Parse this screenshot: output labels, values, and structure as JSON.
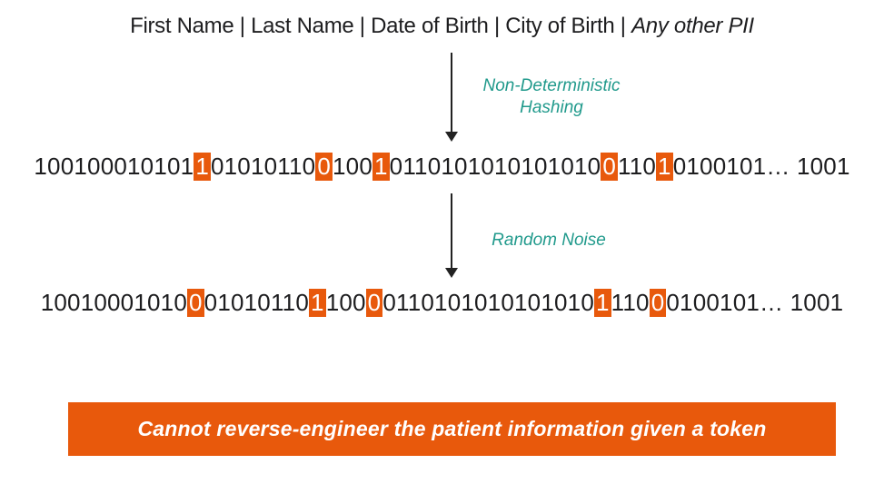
{
  "colors": {
    "teal": "#219a8c",
    "orange": "#e8590c",
    "text": "#1d1d1f"
  },
  "title": {
    "plain": "First Name | Last Name | Date of Birth | City of Birth | ",
    "italic": "Any other PII"
  },
  "step1": {
    "label_line1": "Non-Deterministic",
    "label_line2": "Hashing"
  },
  "step2": {
    "label": "Random Noise"
  },
  "token1": {
    "segments": [
      {
        "text": "100100010101",
        "flip": false
      },
      {
        "text": "1",
        "flip": true
      },
      {
        "text": "01010110",
        "flip": false
      },
      {
        "text": "0",
        "flip": true
      },
      {
        "text": "100",
        "flip": false
      },
      {
        "text": "1",
        "flip": true
      },
      {
        "text": "0110101010101010",
        "flip": false
      },
      {
        "text": "0",
        "flip": true
      },
      {
        "text": "110",
        "flip": false
      },
      {
        "text": "1",
        "flip": true
      },
      {
        "text": "0100101… 1001",
        "flip": false
      }
    ]
  },
  "token2": {
    "segments": [
      {
        "text": "10010001010",
        "flip": false
      },
      {
        "text": "0",
        "flip": true
      },
      {
        "text": "01010110",
        "flip": false
      },
      {
        "text": "1",
        "flip": true
      },
      {
        "text": "100",
        "flip": false
      },
      {
        "text": "0",
        "flip": true
      },
      {
        "text": "0110101010101010",
        "flip": false
      },
      {
        "text": "1",
        "flip": true
      },
      {
        "text": "110",
        "flip": false
      },
      {
        "text": "0",
        "flip": true
      },
      {
        "text": "0100101… 1001",
        "flip": false
      }
    ]
  },
  "banner": {
    "text": "Cannot reverse-engineer the patient information given a token"
  }
}
